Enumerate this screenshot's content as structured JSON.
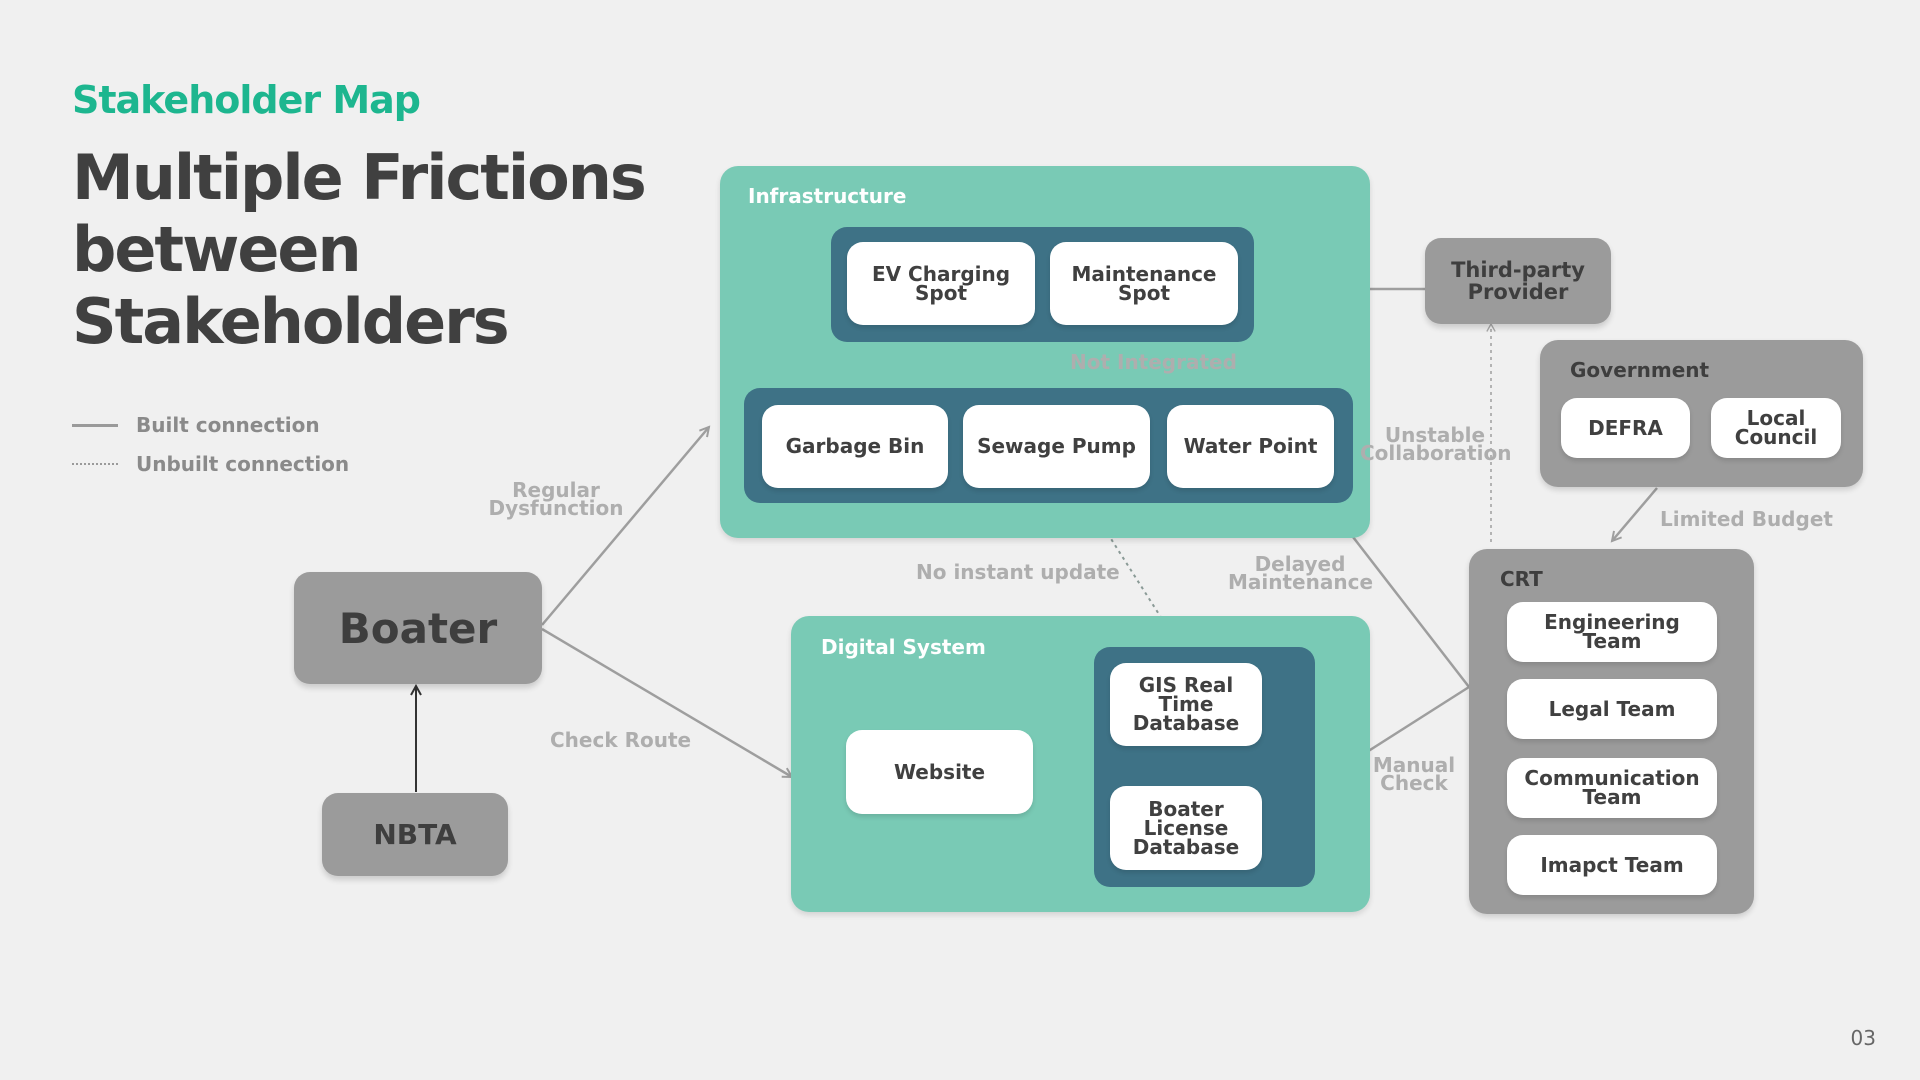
{
  "eyebrow": "Stakeholder Map",
  "title_lines": [
    "Multiple Frictions",
    "between",
    "Stakeholders"
  ],
  "legend": {
    "built": "Built connection",
    "unbuilt": "Unbuilt connection"
  },
  "groups": {
    "infrastructure": {
      "label": "Infrastructure",
      "cards": [
        "EV Charging Spot",
        "Maintenance Spot",
        "Garbage Bin",
        "Sewage Pump",
        "Water Point"
      ]
    },
    "digital": {
      "label": "Digital System",
      "cards": [
        "Website",
        "GIS Real Time Database",
        "Boater License Database"
      ]
    },
    "government": {
      "label": "Government",
      "cards": [
        "DEFRA",
        "Local Council"
      ]
    },
    "crt": {
      "label": "CRT",
      "cards": [
        "Engineering Team",
        "Legal Team",
        "Communication Team",
        "Imapct Team"
      ]
    }
  },
  "nodes": {
    "boater": "Boater",
    "nbta": "NBTA",
    "third_party": "Third-party Provider"
  },
  "edge_labels": {
    "not_integrated": "Not Integrated",
    "regular_dysfunction": "Regular Dysfunction",
    "unstable_collaboration": "Unstable Collaboration",
    "limited_budget": "Limited Budget",
    "no_instant_update": "No instant update",
    "delayed_maintenance": "Delayed Maintenance",
    "check_route": "Check Route",
    "manual_check": "Manual Check"
  },
  "colors": {
    "accent": "#1db68f",
    "teal_group": "#79cab5",
    "dark_inner": "#3e7286",
    "grey_node": "#9b9b9b",
    "background": "#f0f0f0"
  },
  "page_number": "03"
}
